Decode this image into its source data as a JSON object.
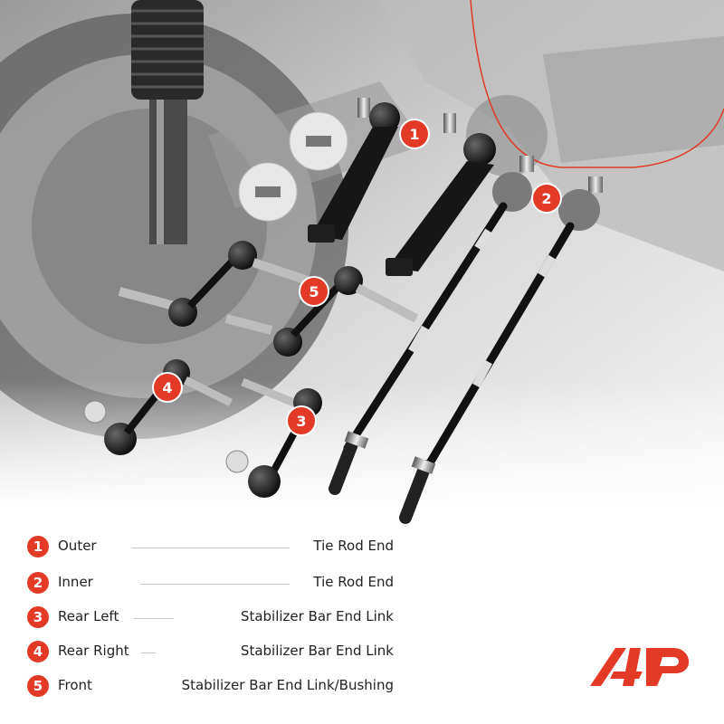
{
  "colors": {
    "accent": "#e23a27",
    "text": "#222222",
    "leader": "#c8c8c8"
  },
  "callouts": [
    {
      "num": "1"
    },
    {
      "num": "2"
    },
    {
      "num": "5"
    },
    {
      "num": "4"
    },
    {
      "num": "3"
    }
  ],
  "legend": [
    {
      "num": "1",
      "position": "Outer",
      "part": "Tie Rod End"
    },
    {
      "num": "2",
      "position": "Inner",
      "part": "Tie Rod End"
    },
    {
      "num": "3",
      "position": "Rear Left",
      "part": "Stabilizer Bar End Link"
    },
    {
      "num": "4",
      "position": "Rear Right",
      "part": "Stabilizer Bar End Link"
    },
    {
      "num": "5",
      "position": "Front",
      "part": "Stabilizer Bar End Link/Bushing"
    }
  ],
  "logo": {
    "icon": "a-premium-logo-icon"
  }
}
